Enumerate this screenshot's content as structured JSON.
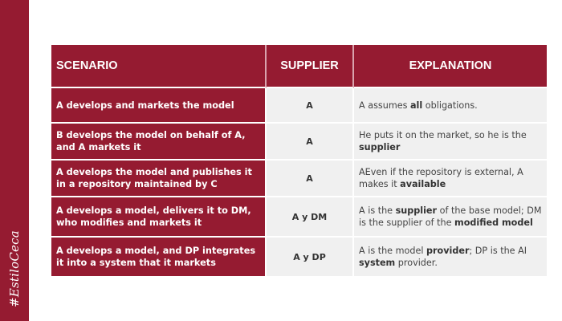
{
  "side_band": {
    "tag": "#EstiloCeca",
    "color": "#951b31"
  },
  "table": {
    "headers": {
      "scenario": "SCENARIO",
      "supplier": "SUPPLIER",
      "explanation": "EXPLANATION"
    },
    "rows": [
      {
        "scenario": "A develops and markets the model",
        "supplier": "A",
        "explanation": [
          {
            "t": "A assumes ",
            "b": false
          },
          {
            "t": "all",
            "b": true
          },
          {
            "t": " obligations.",
            "b": false
          }
        ]
      },
      {
        "scenario": "B develops the model on behalf of A, and A markets it",
        "supplier": "A",
        "explanation": [
          {
            "t": "He puts it on the market, so he is the ",
            "b": false
          },
          {
            "t": "supplier",
            "b": true
          }
        ]
      },
      {
        "scenario": "A develops the model and publishes it in a repository maintained by C",
        "supplier": "A",
        "explanation": [
          {
            "t": "AEven if the repository is external, A makes it ",
            "b": false
          },
          {
            "t": "available",
            "b": true
          }
        ]
      },
      {
        "scenario": "A develops a model, delivers it to DM, who modifies and markets it",
        "supplier": "A y DM",
        "explanation": [
          {
            "t": "A is the ",
            "b": false
          },
          {
            "t": "supplier",
            "b": true
          },
          {
            "t": " of the base model; DM is the supplier of the ",
            "b": false
          },
          {
            "t": "modified model",
            "b": true
          }
        ]
      },
      {
        "scenario": "A develops a model, and DP integrates it into a system that it markets",
        "supplier": "A y DP",
        "explanation": [
          {
            "t": "A is the model ",
            "b": false
          },
          {
            "t": "provider",
            "b": true
          },
          {
            "t": "; DP is the AI ",
            "b": false
          },
          {
            "t": "system",
            "b": true
          },
          {
            "t": " provider.",
            "b": false
          }
        ]
      }
    ]
  },
  "colors": {
    "brand": "#951b31",
    "cell_bg": "#f0f0f0",
    "text_dark": "#333333"
  }
}
